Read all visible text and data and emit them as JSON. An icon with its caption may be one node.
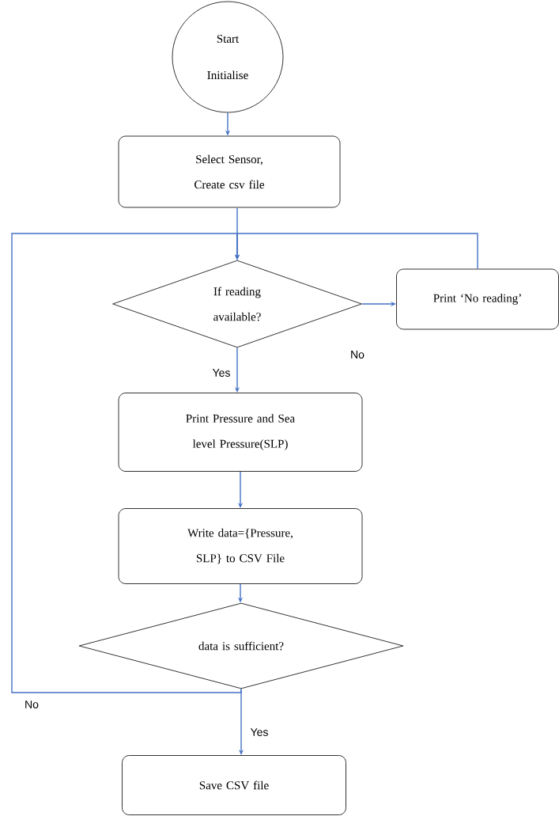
{
  "diagram": {
    "nodes": [
      {
        "text": [
          "Start",
          "Initialise"
        ]
      },
      {
        "text": [
          "Select Sensor, Create csv file"
        ]
      },
      {
        "text": [
          "If reading available?"
        ]
      },
      {
        "text": [
          "Print ‘No reading’"
        ]
      },
      {
        "text": [
          "Print Pressure and Sea level Pressure(SLP)"
        ]
      },
      {
        "text": [
          "Write data={Pressure, SLP} to CSV File"
        ]
      },
      {
        "text": [
          "data is sufficient?"
        ]
      },
      {
        "text": [
          "Save CSV file"
        ]
      }
    ],
    "edges": [
      {
        "from": 0,
        "to": 1,
        "arrow": "to"
      },
      {
        "from": 1,
        "to": 2,
        "arrow": "to"
      },
      {
        "from": 2,
        "to": 3,
        "arrow": "to",
        "label": "No"
      },
      {
        "from": 3,
        "to": 2,
        "arrow": "to"
      },
      {
        "from": 2,
        "to": 4,
        "arrow": "to",
        "label": "Yes"
      },
      {
        "from": 4,
        "to": 5,
        "arrow": "to"
      },
      {
        "from": 5,
        "to": 6,
        "arrow": "to"
      },
      {
        "from": 6,
        "to": 7,
        "arrow": "to",
        "label": "Yes"
      },
      {
        "from": 6,
        "to": 2,
        "arrow": "to",
        "label": "No"
      }
    ]
  }
}
